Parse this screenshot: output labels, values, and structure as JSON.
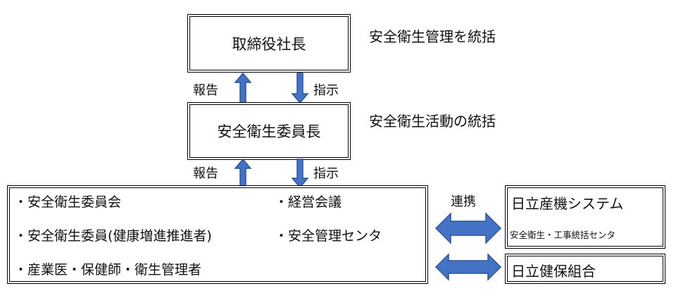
{
  "ceo": {
    "title": "取締役社長",
    "note": "安全衛生管理を統括"
  },
  "committee_chair": {
    "title": "安全衛生委員長",
    "note": "安全衛生活動の統括"
  },
  "arrows": {
    "report_label": "報告",
    "instruction_label": "指示",
    "link_label": "連携",
    "color": "#4472c4"
  },
  "groups": {
    "left_column": [
      "・安全衛生委員会",
      "・安全衛生委員(健康増進推進者)",
      "・産業医・保健師・衛生管理者"
    ],
    "right_column": [
      "・経営会議",
      "・安全管理センタ"
    ]
  },
  "partners": {
    "hitachi_sanki": {
      "title": "日立産機システム",
      "subtitle": "安全衛生・工事統括センタ"
    },
    "health_union": {
      "title": "日立健保組合"
    }
  }
}
